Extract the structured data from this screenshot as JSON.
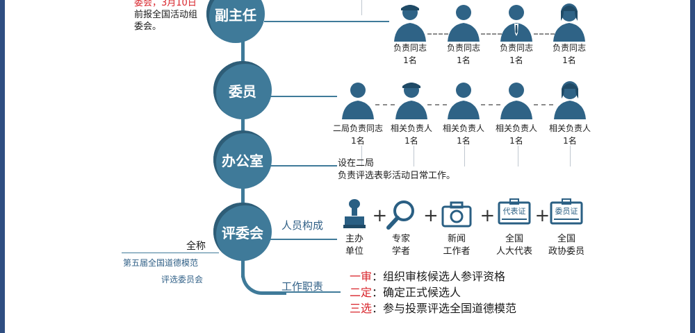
{
  "intro": {
    "line1": "委会，3月10日",
    "line2": "前报全国活动组",
    "line3": "委会。"
  },
  "nodes": {
    "vice_director": "副主任",
    "member": "委员",
    "office": "办公室",
    "jury": "评委会"
  },
  "vice_director_people": [
    {
      "role": "负责同志",
      "count": "1名"
    },
    {
      "role": "负责同志",
      "count": "1名"
    },
    {
      "role": "负责同志",
      "count": "1名"
    },
    {
      "role": "负责同志",
      "count": "1名"
    }
  ],
  "member_people": [
    {
      "role": "二局负责同志",
      "count": "1名"
    },
    {
      "role": "相关负责人",
      "count": "1名"
    },
    {
      "role": "相关负责人",
      "count": "1名"
    },
    {
      "role": "相关负责人",
      "count": "1名"
    },
    {
      "role": "相关负责人",
      "count": "1名"
    }
  ],
  "office_desc": {
    "line1": "设在二局",
    "line2": "负责评选表彰活动日常工作。"
  },
  "jury": {
    "full_name_label": "全称",
    "full_name_line1": "第五届全国道德模范",
    "full_name_line2": "评选委员会",
    "composition_label": "人员构成",
    "duties_label": "工作职责",
    "composition": [
      {
        "icon": "stamp-icon",
        "line1": "主办",
        "line2": "单位"
      },
      {
        "icon": "magnifier-icon",
        "line1": "专家",
        "line2": "学者"
      },
      {
        "icon": "camera-icon",
        "line1": "新闻",
        "line2": "工作者"
      },
      {
        "icon": "delegate-badge-icon",
        "badge": "代表证",
        "line1": "全国",
        "line2": "人大代表"
      },
      {
        "icon": "member-badge-icon",
        "badge": "委员证",
        "line1": "全国",
        "line2": "政协委员"
      }
    ],
    "plus": "+",
    "duties": [
      {
        "num": "一",
        "key": "审",
        "sep": "：",
        "text": "组织审核候选人参评资格"
      },
      {
        "num": "二",
        "key": "定",
        "sep": "：",
        "text": "确定正式候选人"
      },
      {
        "num": "三",
        "key": "选",
        "sep": "：",
        "text": "参与投票评选全国道德模范"
      }
    ]
  },
  "colors": {
    "frame": "#2f4e82",
    "node": "#3f7a99",
    "accent_red": "#d8242b",
    "silhouette": "#2f6386"
  }
}
